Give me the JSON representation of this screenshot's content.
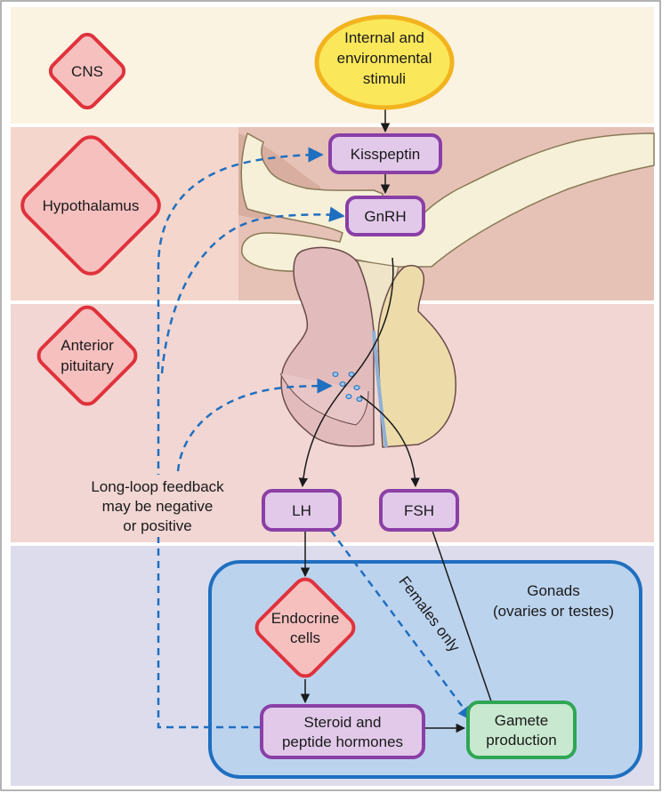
{
  "zones": {
    "cns": "CNS",
    "hypothalamus": "Hypothalamus",
    "anterior_pituitary": [
      "Anterior",
      "pituitary"
    ]
  },
  "nodes": {
    "stimuli": [
      "Internal and",
      "environmental",
      "stimuli"
    ],
    "kisspeptin": "Kisspeptin",
    "gnrh": "GnRH",
    "lh": "LH",
    "fsh": "FSH",
    "endocrine": [
      "Endocrine",
      "cells"
    ],
    "hormones": [
      "Steroid and",
      "peptide hormones"
    ],
    "gamete": [
      "Gamete",
      "production"
    ]
  },
  "labels": {
    "feedback": [
      "Long-loop feedback",
      "may be negative",
      "or positive"
    ],
    "females_only": "Females only",
    "gonads": [
      "Gonads",
      "(ovaries or testes)"
    ]
  },
  "colors": {
    "cns_band": "#fbf3e2",
    "hypothalamus_band": "#f5d6cc",
    "pituitary_band": "#f1d6d3",
    "gonad_band": "#dcdcec",
    "gonad_box_fill": "#bcd3ee",
    "gonad_box_stroke": "#1f6fc0",
    "diamond_stroke": "#e0323c",
    "diamond_fill": "#f6c0bf",
    "hormone_stroke": "#8a3fa6",
    "hormone_fill": "#e2c9ea",
    "stimuli_fill": "#fbe85a",
    "stimuli_stroke": "#f2b31f",
    "gamete_fill": "#c8e8cf",
    "gamete_stroke": "#2fa653",
    "feedback_line": "#1f6fc0"
  }
}
